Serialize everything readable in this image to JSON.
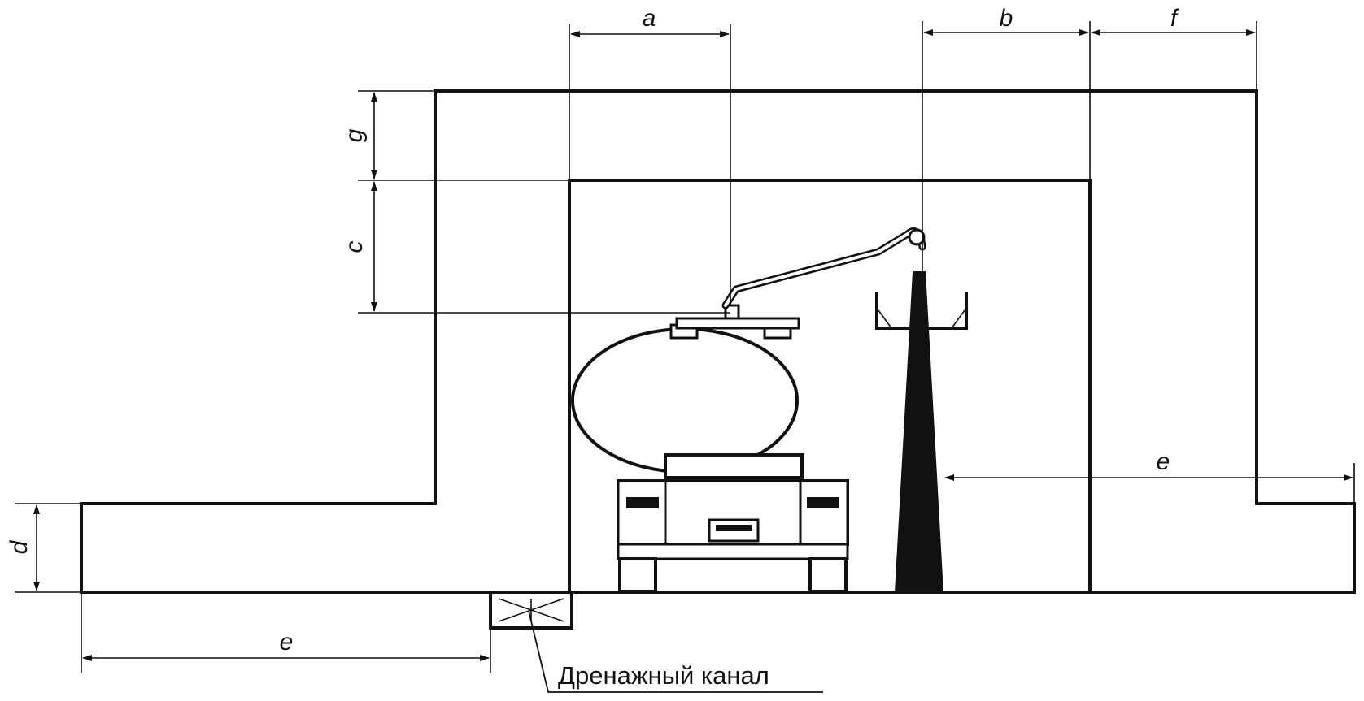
{
  "labels": {
    "a": "a",
    "b": "b",
    "f": "f",
    "g": "g",
    "c": "c",
    "d": "d",
    "e_bottom": "e",
    "e_right": "e"
  },
  "caption": "Дренажный канал",
  "colors": {
    "ink": "#111111",
    "background": "#ffffff"
  }
}
